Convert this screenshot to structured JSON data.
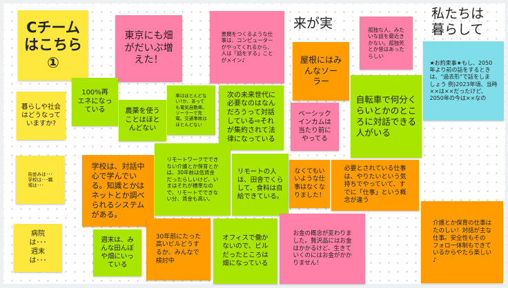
{
  "board_title_fragments": [
    "来が実",
    "私たちは暮らして"
  ],
  "notes": [
    {
      "text": "Cチーム\nはこちら\n①"
    },
    {
      "text": "東京にも畑\nがだいぶ増\nえた！"
    },
    {
      "text": "書類をつくるような仕\n事は、コンピューター\nがやってくれるから、\n人は「話をする」こと\nがメイン♪"
    },
    {
      "text": "孤独な人、みた\nいな話を最近き\nかない。孤独死\nとか昔はあった\nらしい"
    },
    {
      "text": "★お約束事★もし、2050\n年より前の話をするとき\nは、\"過去形\"で話をしま\nしょう 例)2023年頃、当時\n××は××だったけど、\n2050年の今は××なの"
    },
    {
      "text": "屋根にはみ\nんなソー\nラー"
    },
    {
      "text": "100%再\nエネになっ\nている"
    },
    {
      "text": "車はほとんどな\nい?か、あって\nも電気自動車。\nソーラーで充\n電。交通事故は\nほとんどない"
    },
    {
      "text": "次の未来世代に\n必要なのはなん\nだろうって対話\nしている⇨それ\nが集約されて法\n律になっている"
    },
    {
      "text": "農薬を使う\nことはほと\nんどない"
    },
    {
      "text": "暮らしや社会\nはどうなって\nいますか?"
    },
    {
      "text": "ベーシック\nインカムは\n当たり前に\nやってる"
    },
    {
      "text": "自転車で何分く\nらいとかのとこ\nろに対話できる\n人がいる"
    },
    {
      "text": "街並みは･･･\n学校は･･･職\n場は･･･"
    },
    {
      "text": "病院\nは･･･\n週末\nは･･･"
    },
    {
      "text": "学校は、対話中\n心で学んでい\nる。知識とかは\nネットとか調べ\nられるシステム\nがある。"
    },
    {
      "text": "リモートワークででき\nない介護とか保育とか\nは、30年前は低賃金\nだったらしいけど、い\nまはそれが標準なの\nで、リモートでできな\nい分、賃金も高い。"
    },
    {
      "text": "リモートの人\nは、田舎でくら\nして、食料は自\n給できている。"
    },
    {
      "text": "なくてもい\nいような仕\n事はなくな\nりました！"
    },
    {
      "text": "必要とされている仕事\nは、やりたいという気\n持ちでやっていて、す\nでに「仕事」という概\n念が違う"
    },
    {
      "text": "週末は、み\nんな田んぼ\nや畑にいっ\nている"
    },
    {
      "text": "30年前にたった\n高いビルどうす\nるか、みんなで\n検討中"
    },
    {
      "text": "オフィスで働か\nないので、ビル\nだったところは\n畑になっている"
    },
    {
      "text": "お金の概念が変わりま\nした。贅沢品にはお金\nはかかるけど、生きて\nいくのにはお金がかか\nりません！"
    },
    {
      "text": "介護とか保育の仕事は\nたのしい！対話が主な\n仕事。安全性もその\nフォロー体制もできて\nいるからやたら楽しい\n♪"
    }
  ]
}
